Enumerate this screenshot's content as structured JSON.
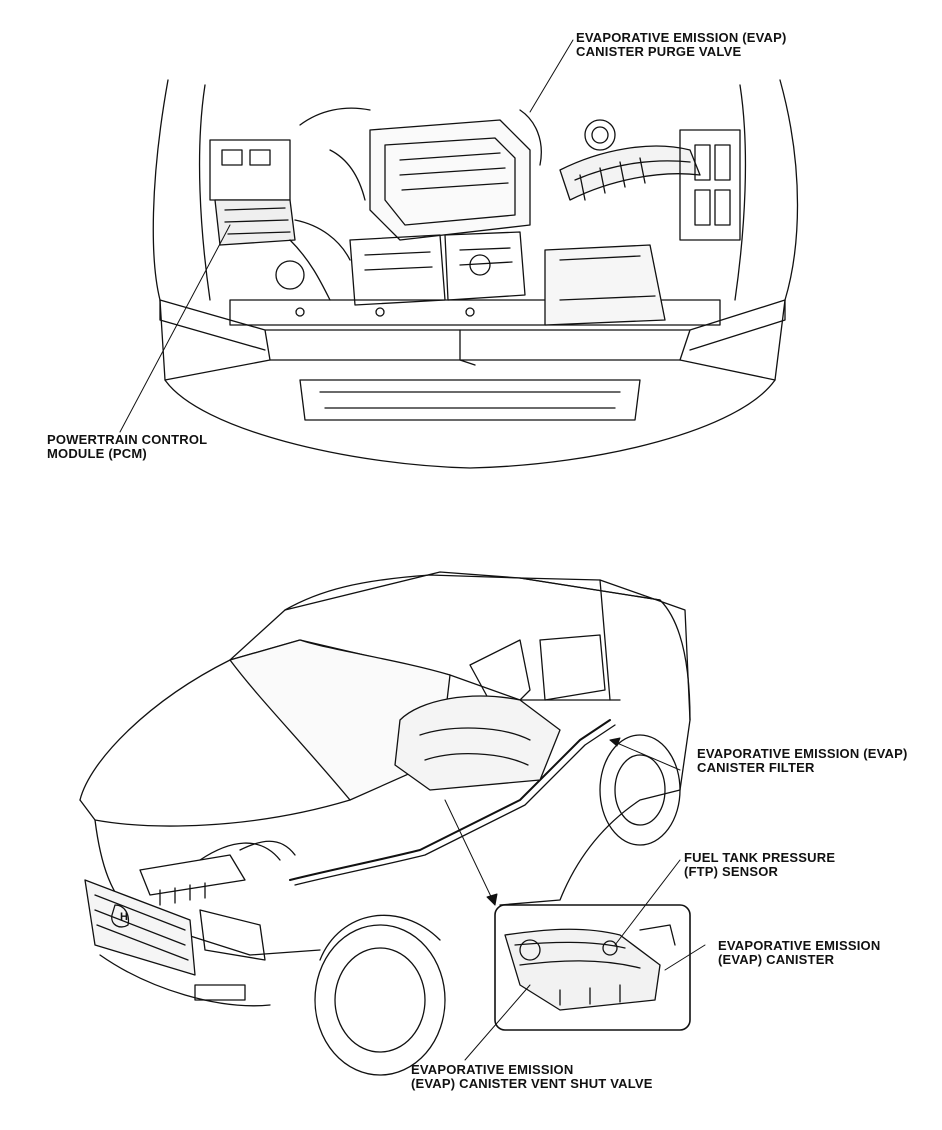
{
  "labels": {
    "purge_valve": {
      "line1": "EVAPORATIVE EMISSION (EVAP)",
      "line2": "CANISTER PURGE VALVE"
    },
    "pcm": {
      "line1": "POWERTRAIN CONTROL",
      "line2": "MODULE (PCM)"
    },
    "canister_filter": {
      "line1": "EVAPORATIVE EMISSION (EVAP)",
      "line2": "CANISTER FILTER"
    },
    "ftp_sensor": {
      "line1": "FUEL TANK PRESSURE",
      "line2": "(FTP) SENSOR"
    },
    "evap_canister": {
      "line1": "EVAPORATIVE EMISSION",
      "line2": "(EVAP) CANISTER"
    },
    "vent_shut_valve": {
      "line1": "EVAPORATIVE EMISSION",
      "line2": "(EVAP) CANISTER VENT SHUT VALVE"
    }
  },
  "colors": {
    "ink": "#111111",
    "paper": "#ffffff",
    "fill": "#e8e8e8"
  }
}
